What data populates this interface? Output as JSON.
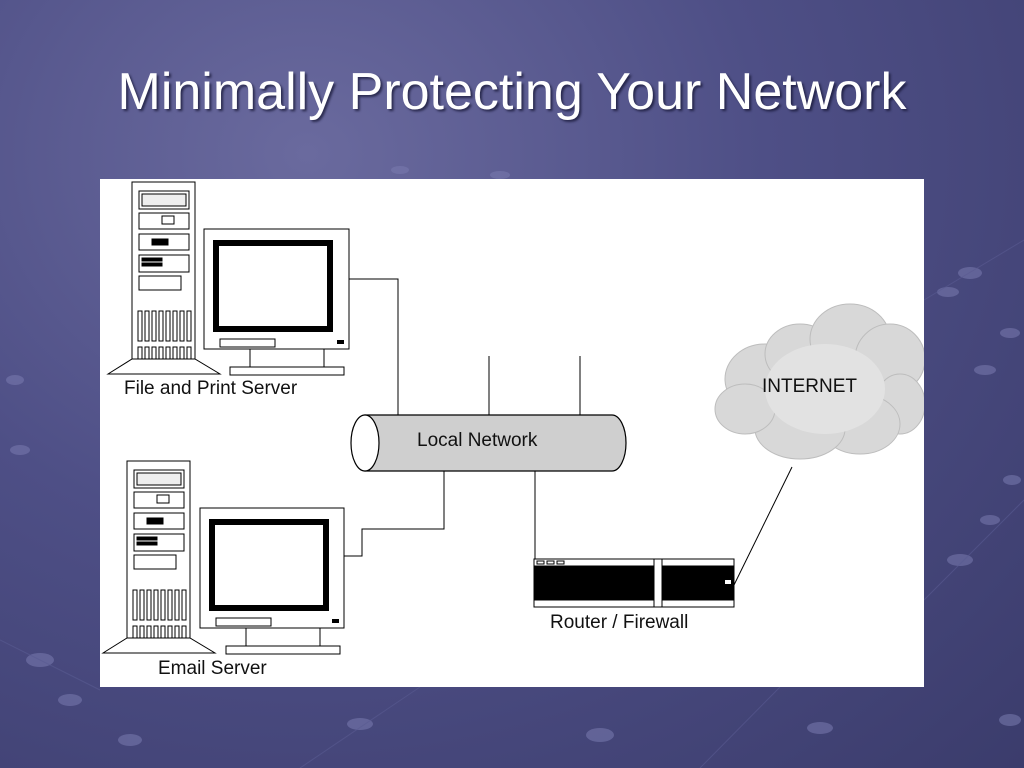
{
  "slide": {
    "title": "Minimally Protecting Your Network"
  },
  "diagram": {
    "nodes": {
      "file_server": "File and Print Server",
      "email_server": "Email Server",
      "local_network": "Local Network",
      "internet": "INTERNET",
      "router": "Router / Firewall"
    }
  },
  "colors": {
    "background": "#4e4f86",
    "title": "#ffffff",
    "panel": "#ffffff",
    "pipe": "#cfcfcf",
    "cloud": "#d6d6d6"
  }
}
